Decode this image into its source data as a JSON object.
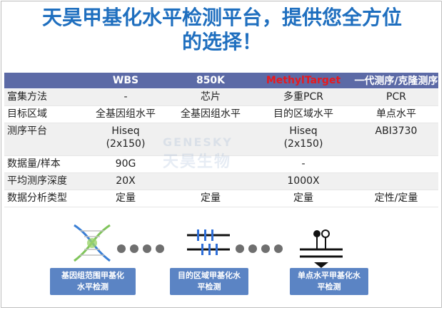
{
  "title": {
    "line1": "天昊甲基化水平检测平台，提供您全方位",
    "line2": "的选择！"
  },
  "header": [
    "",
    "WBS",
    "850K",
    "MethylTarget",
    "一代测序/克隆测序"
  ],
  "rows": [
    {
      "label": "富集方法",
      "cells": [
        "-",
        "芯片",
        "多重PCR",
        "PCR"
      ]
    },
    {
      "label": "目标区域",
      "cells": [
        "全基因组水平",
        "全基因组水平",
        "目的区域水平",
        "单点水平"
      ]
    },
    {
      "label": "测序平台",
      "cells": [
        "Hiseq\n(2x150)",
        "",
        "Hiseq\n(2x150)",
        "ABI3730"
      ]
    },
    {
      "label": "数据量/样本",
      "cells": [
        "90G",
        "",
        "-",
        ""
      ]
    },
    {
      "label": "平均测序深度",
      "cells": [
        "20X",
        "",
        "1000X",
        ""
      ]
    },
    {
      "label": "数据分析类型",
      "cells": [
        "定量",
        "定量",
        "定量",
        "定性/定量"
      ]
    }
  ],
  "watermark": {
    "en": "GENESKY",
    "cn": "天昊生物"
  },
  "workflow": [
    {
      "icon": "dna-helix-icon",
      "label": "基因组范围甲基化水平检测"
    },
    {
      "icon": "targeted-region-icon",
      "label": "目的区域甲基化水平检测"
    },
    {
      "icon": "single-site-icon",
      "label": "单点水平甲基化水平检测"
    }
  ],
  "colors": {
    "title": "#1f6fbf",
    "header_bg": "#5c6aa6",
    "accent": "#e8191e",
    "label_bg": "#5b84c4"
  }
}
